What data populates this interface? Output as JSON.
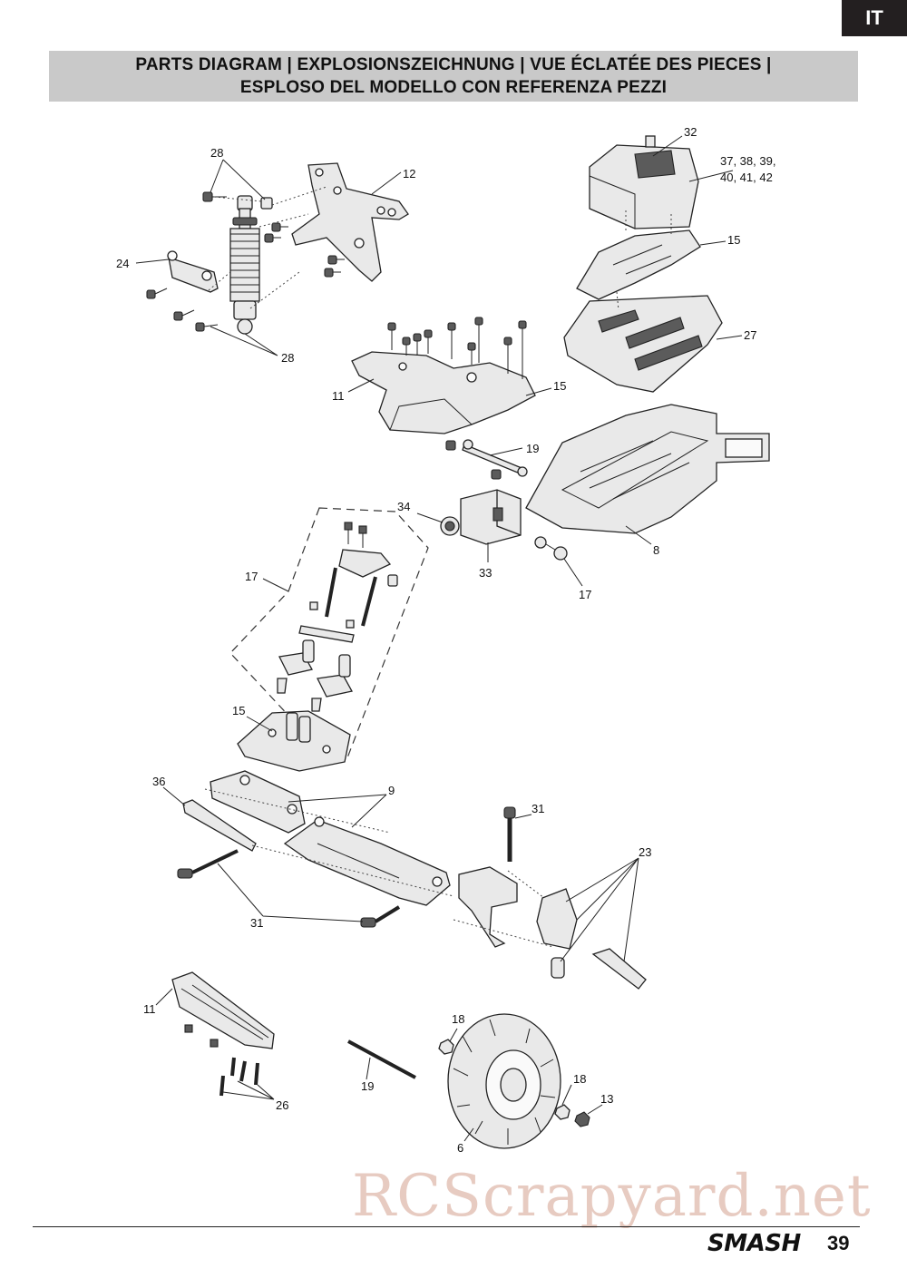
{
  "language_tab": "IT",
  "title": {
    "line1": "PARTS DIAGRAM | EXPLOSIONSZEICHNUNG |  VUE ÉCLATÉE DES PIECES |",
    "line2": "ESPLOSO DEL MODELLO CON REFERENZA PEZZI"
  },
  "callouts": {
    "c28a": "28",
    "c12": "12",
    "c24": "24",
    "c28b": "28",
    "c32": "32",
    "c37a": "37, 38, 39,",
    "c37b": "40, 41, 42",
    "c15a": "15",
    "c27": "27",
    "c11a": "11",
    "c15b": "15",
    "c19a": "19",
    "c34": "34",
    "c33": "33",
    "c8": "8",
    "c17a": "17",
    "c17b": "17",
    "c15c": "15",
    "c36": "36",
    "c9": "9",
    "c31a": "31",
    "c31b": "31",
    "c23": "23",
    "c11b": "11",
    "c18a": "18",
    "c19b": "19",
    "c18b": "18",
    "c13": "13",
    "c26": "26",
    "c6": "6"
  },
  "watermark": "RCScrapyard.net",
  "footer": {
    "brand": "SMASH",
    "page": "39"
  }
}
